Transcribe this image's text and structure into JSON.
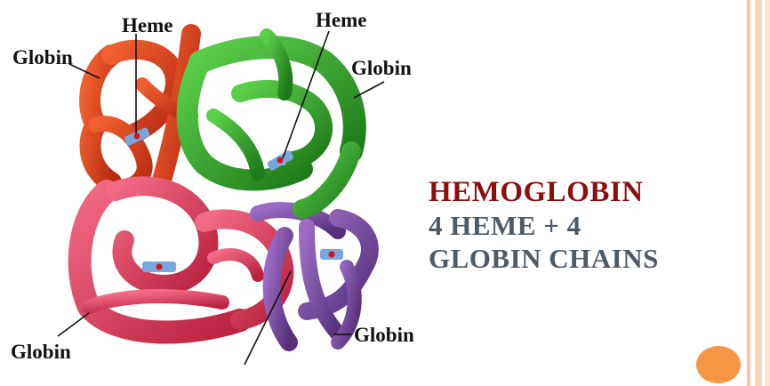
{
  "labels": {
    "globin_top_left": "Globin",
    "heme_top_left": "Heme",
    "heme_top_right": "Heme",
    "globin_top_right": "Globin",
    "globin_bottom_left": "Globin",
    "globin_bottom_right": "Globin"
  },
  "title": {
    "line1": "HEMOGLOBIN",
    "line2": "4 HEME + 4",
    "line3": "GLOBIN CHAINS"
  },
  "colors": {
    "orange_chain": "#e8401c",
    "green_chain": "#2f9a2a",
    "pink_chain": "#e0405f",
    "purple_chain": "#7a4aa0",
    "heme": "#7aa6e0",
    "title_red": "#8b0f0f",
    "title_gray": "#4e5a66",
    "accent_dot": "#f79646"
  }
}
